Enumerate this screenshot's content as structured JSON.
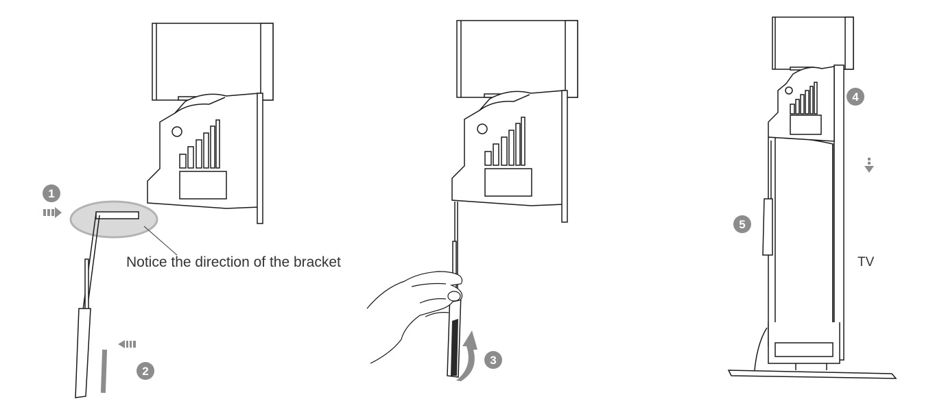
{
  "steps": [
    {
      "number": "1"
    },
    {
      "number": "2"
    },
    {
      "number": "3"
    },
    {
      "number": "4"
    },
    {
      "number": "5"
    }
  ],
  "note": "Notice the direction of the bracket",
  "tv_label": "TV",
  "colors": {
    "line": "#1a1a1a",
    "badge": "#8c8c8c",
    "arrow": "#8c8c8c",
    "highlight": "#d9d9d9",
    "text": "#333333"
  }
}
